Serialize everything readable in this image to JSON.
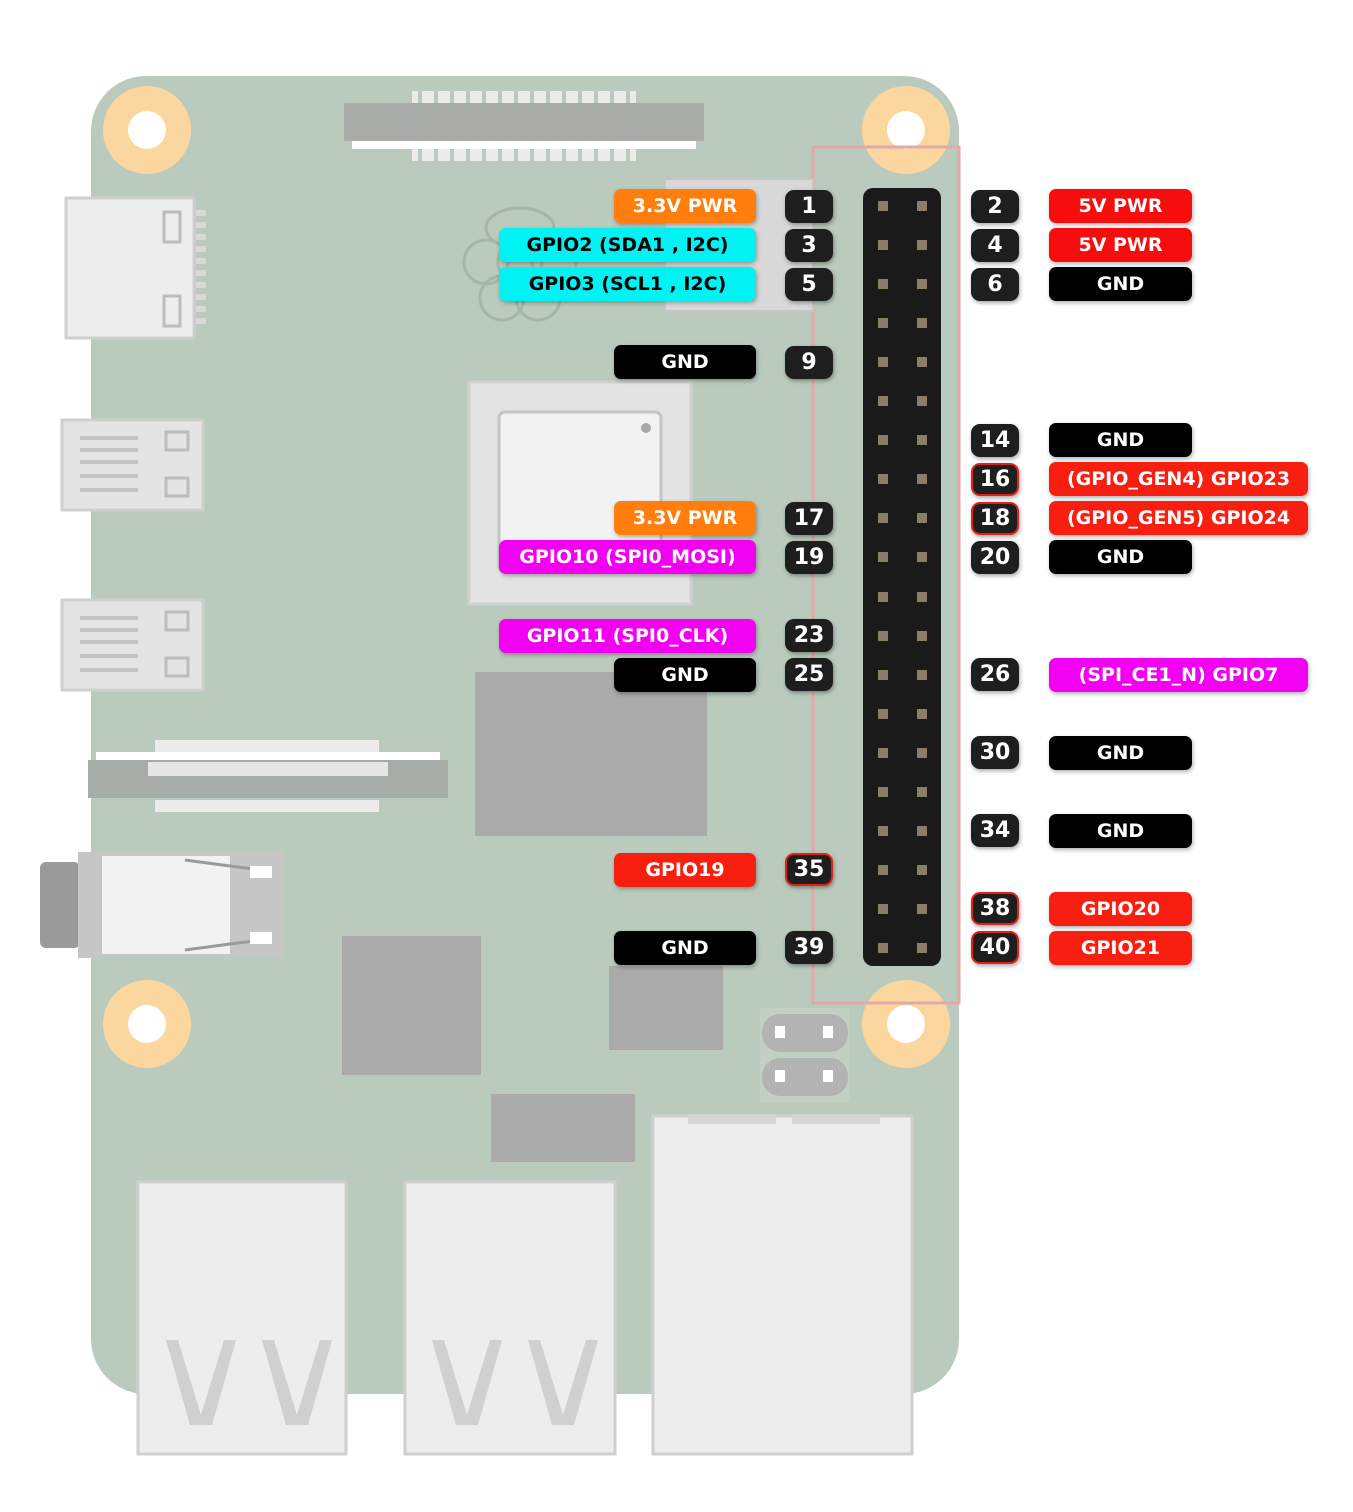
{
  "colors": {
    "board": "#bacbbd",
    "power33": "#ff7e0e",
    "power5": "#f70d0d",
    "ground": "#000000",
    "i2c": "#00f3f3",
    "spi": "#f200f2",
    "gpio": "#f91f10",
    "pin_number_bg": "#1e1e1e",
    "highlight": "#e32119",
    "mount_hole_ring": "#fbd79f"
  },
  "pins_left": [
    {
      "num": "1",
      "label": "3.3V PWR",
      "type": "power33",
      "highlight": false
    },
    {
      "num": "3",
      "label": "GPIO2 (SDA1 , I2C)",
      "type": "i2c",
      "highlight": false
    },
    {
      "num": "5",
      "label": "GPIO3 (SCL1 , I2C)",
      "type": "i2c",
      "highlight": false
    },
    {
      "num": "9",
      "label": "GND",
      "type": "ground",
      "highlight": false
    },
    {
      "num": "17",
      "label": "3.3V PWR",
      "type": "power33",
      "highlight": false
    },
    {
      "num": "19",
      "label": "GPIO10 (SPI0_MOSI)",
      "type": "spi",
      "highlight": false
    },
    {
      "num": "23",
      "label": "GPIO11 (SPI0_CLK)",
      "type": "spi",
      "highlight": false
    },
    {
      "num": "25",
      "label": "GND",
      "type": "ground",
      "highlight": false
    },
    {
      "num": "35",
      "label": "GPIO19",
      "type": "gpio",
      "highlight": true
    },
    {
      "num": "39",
      "label": "GND",
      "type": "ground",
      "highlight": false
    }
  ],
  "pins_right": [
    {
      "num": "2",
      "label": "5V PWR",
      "type": "power5",
      "highlight": false
    },
    {
      "num": "4",
      "label": "5V PWR",
      "type": "power5",
      "highlight": false
    },
    {
      "num": "6",
      "label": "GND",
      "type": "ground",
      "highlight": false
    },
    {
      "num": "14",
      "label": "GND",
      "type": "ground",
      "highlight": false
    },
    {
      "num": "16",
      "label": "(GPIO_GEN4) GPIO23",
      "type": "gpio",
      "highlight": true
    },
    {
      "num": "18",
      "label": "(GPIO_GEN5) GPIO24",
      "type": "gpio",
      "highlight": true
    },
    {
      "num": "20",
      "label": "GND",
      "type": "ground",
      "highlight": false
    },
    {
      "num": "26",
      "label": "(SPI_CE1_N) GPIO7",
      "type": "spi",
      "highlight": false
    },
    {
      "num": "30",
      "label": "GND",
      "type": "ground",
      "highlight": false
    },
    {
      "num": "34",
      "label": "GND",
      "type": "ground",
      "highlight": false
    },
    {
      "num": "38",
      "label": "GPIO20",
      "type": "gpio",
      "highlight": true
    },
    {
      "num": "40",
      "label": "GPIO21",
      "type": "gpio",
      "highlight": true
    }
  ]
}
